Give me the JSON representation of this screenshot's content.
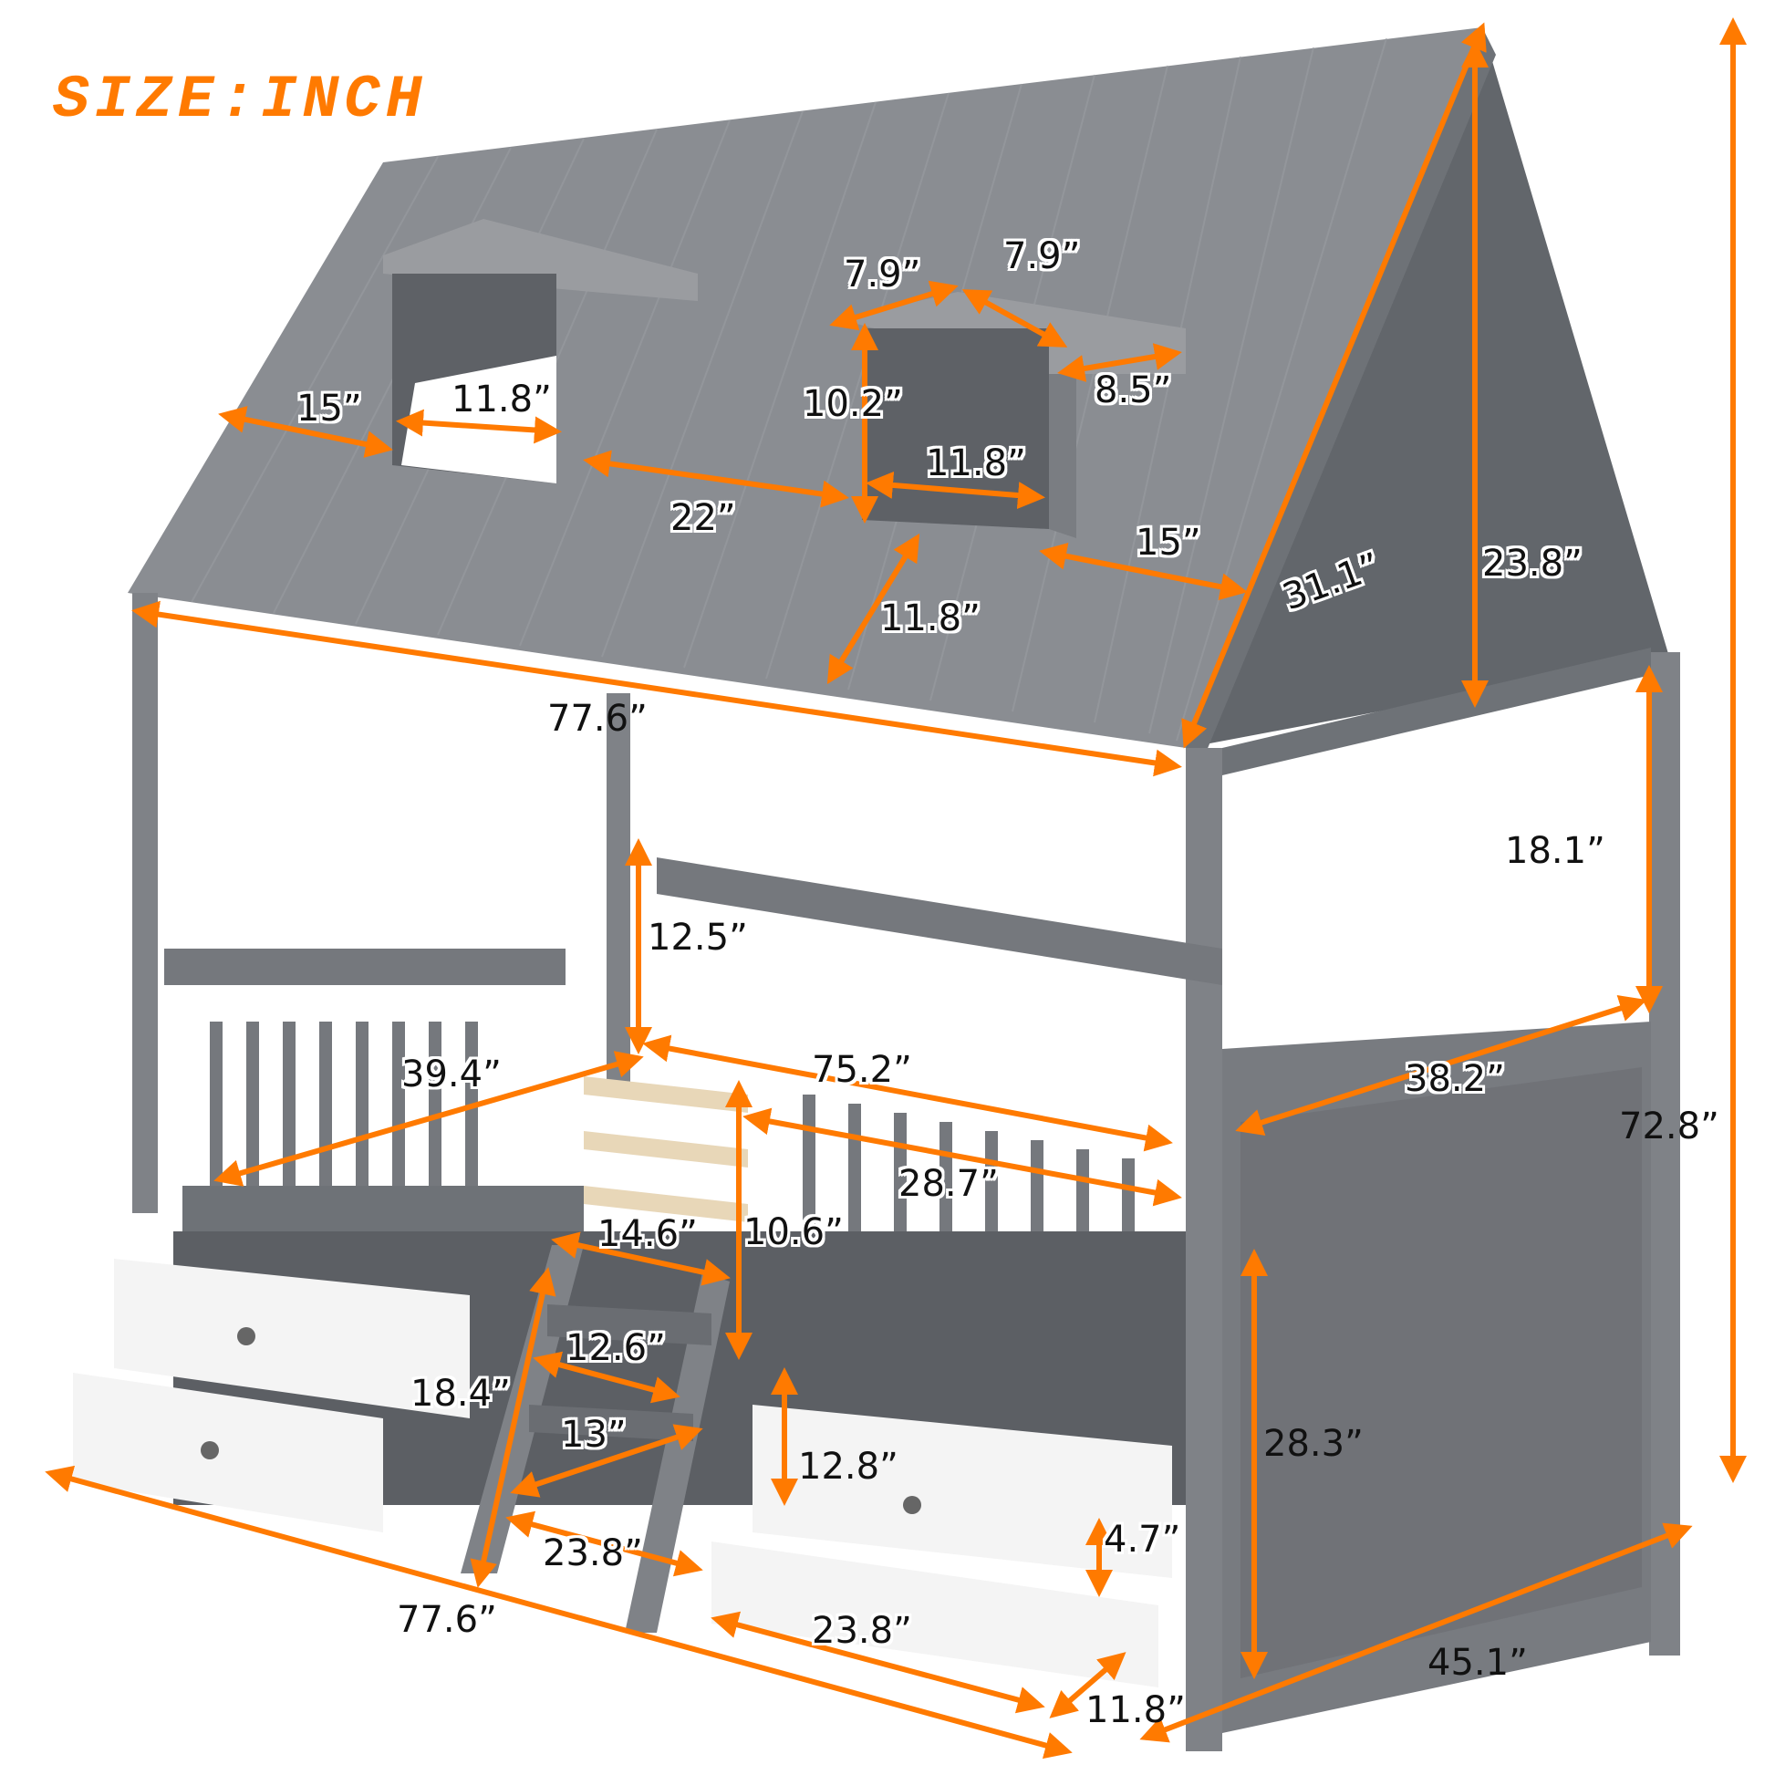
{
  "title": "SIZE:INCH",
  "colors": {
    "accent": "#ff7a00",
    "bed_gray": "#7f8287",
    "bed_dark": "#5c5f64",
    "drawer_white": "#f4f4f4",
    "slat_wood": "#e8d7b8"
  },
  "dimensions": {
    "roof_left_margin": "15”",
    "dormer1_window_width": "11.8”",
    "dormer2_roof_left": "7.9”",
    "dormer2_roof_right": "7.9”",
    "dormer_height": "10.2”",
    "dormer_depth": "8.5”",
    "dormer2_window_width": "11.8”",
    "dormer_gap": "22”",
    "roof_right_margin": "15”",
    "dormer_to_eave": "11.8”",
    "roof_slope_length": "31.1”",
    "gable_height": "23.8”",
    "roof_length": "77.6”",
    "post_height_above_rail": "18.1”",
    "guard_rail_height": "12.5”",
    "inner_length": "75.2”",
    "headboard_rail_width": "38.2”",
    "left_rail_length": "39.4”",
    "right_rail_length": "28.7”",
    "total_height": "72.8”",
    "ladder_top_width": "14.6”",
    "rail_gap_height": "10.6”",
    "ladder_step_width": "12.6”",
    "ladder_height": "18.4”",
    "ladder_bottom_width": "13”",
    "drawer_height_clearance": "12.8”",
    "side_height": "28.3”",
    "drawer_front_height": "4.7”",
    "ladder_base_width": "23.8”",
    "drawer_width": "23.8”",
    "overall_length": "77.6”",
    "overall_width": "45.1”",
    "drawer_depth": "11.8”"
  }
}
